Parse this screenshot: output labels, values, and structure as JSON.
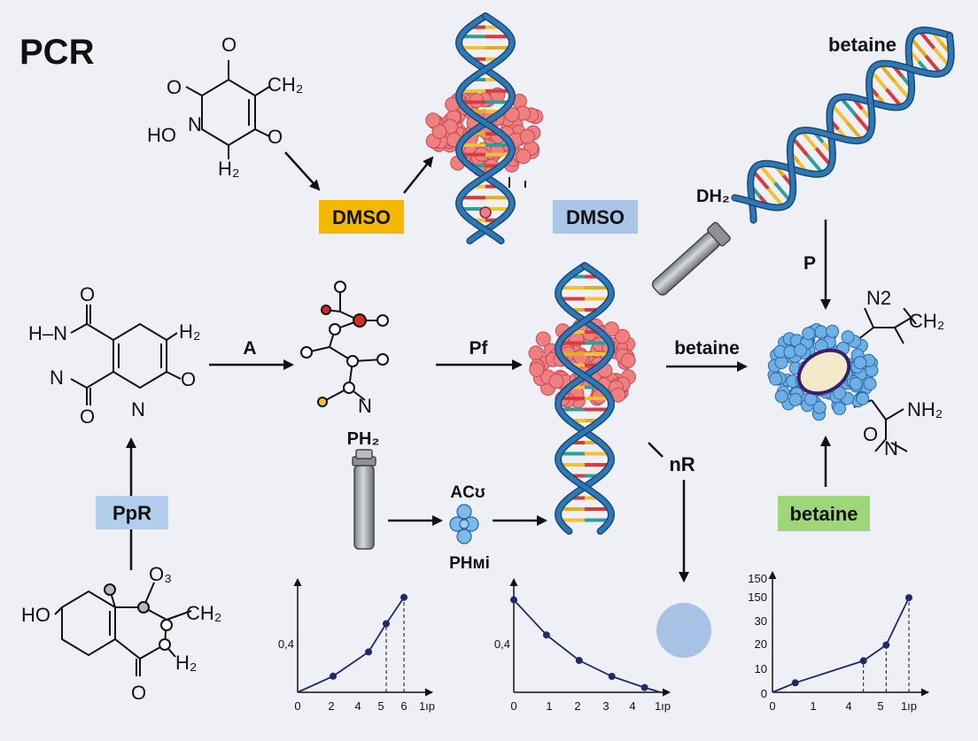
{
  "title": "PCR",
  "labels": {
    "dmso_yellow": "DMSO",
    "dmso_blue": "DMSO",
    "betaine_top": "betaine",
    "betaine_arrow": "betaine",
    "betaine_green": "betaine",
    "ppr": "PpR",
    "a": "A",
    "pf": "Pf",
    "p": "P",
    "nr": "nR",
    "dh2": "DH₂",
    "ph2": "PH₂",
    "acu": "ACʊ",
    "phmi": "PHмi"
  },
  "molecule_text": {
    "m1_o_top": "O",
    "m1_ch2": "CH₂",
    "m1_o_left": "O",
    "m1_hon": "HO",
    "m1_n": "N",
    "m1_o_right": "O",
    "m1_h2": "H₂",
    "m2_o_top": "O",
    "m2_hn": "H–N",
    "m2_h2": "H₂",
    "m2_n": "N",
    "m2_o_right": "O",
    "m2_o_bottom": "O",
    "m2_n_bottom": "N",
    "m3_n": "N",
    "m4_o3": "O₃",
    "m4_ho": "HO",
    "m4_ch2": "CH₂",
    "m4_h2": "H₂",
    "m4_o_bottom": "O",
    "m5_n2": "N2",
    "m5_ch2": "CH₂",
    "m5_nh2": "NH₂",
    "m5_o": "O",
    "m5_n": "N"
  },
  "colors": {
    "background": "#eef0f5",
    "dmso_yellow": "#f5b800",
    "dmso_blue": "#a9c5e8",
    "ppr_blue": "#b3cdec",
    "betaine_green": "#9fd67a",
    "helix_blue": "#2f78b5",
    "protein_red": "#f08080",
    "bead_blue": "#6eb0e6",
    "plot_line": "#1f2a6e"
  },
  "chart_data": [
    {
      "type": "line",
      "xticks": [
        "0",
        "2",
        "4",
        "5",
        "6",
        "1ıp"
      ],
      "ytick": "0,4",
      "x": [
        0,
        2,
        4,
        5,
        6
      ],
      "y": [
        0,
        0.08,
        0.2,
        0.34,
        0.47
      ],
      "dashed_at": [
        5,
        6
      ]
    },
    {
      "type": "line",
      "xticks": [
        "0",
        "1",
        "2",
        "3",
        "4",
        "1ıp"
      ],
      "ytick": "0,4",
      "x": [
        0,
        1,
        2,
        3,
        4,
        4.5
      ],
      "y": [
        0.58,
        0.36,
        0.2,
        0.1,
        0.03,
        0.0
      ]
    },
    {
      "type": "line",
      "xticks": [
        "0",
        "1",
        "4",
        "5",
        "1ıp"
      ],
      "yticks": [
        "0",
        "10",
        "20",
        "30",
        "150"
      ],
      "x": [
        0,
        1,
        4,
        5,
        6
      ],
      "y": [
        0,
        3,
        10,
        15,
        30
      ],
      "dashed_at": [
        4,
        5,
        6
      ]
    }
  ]
}
